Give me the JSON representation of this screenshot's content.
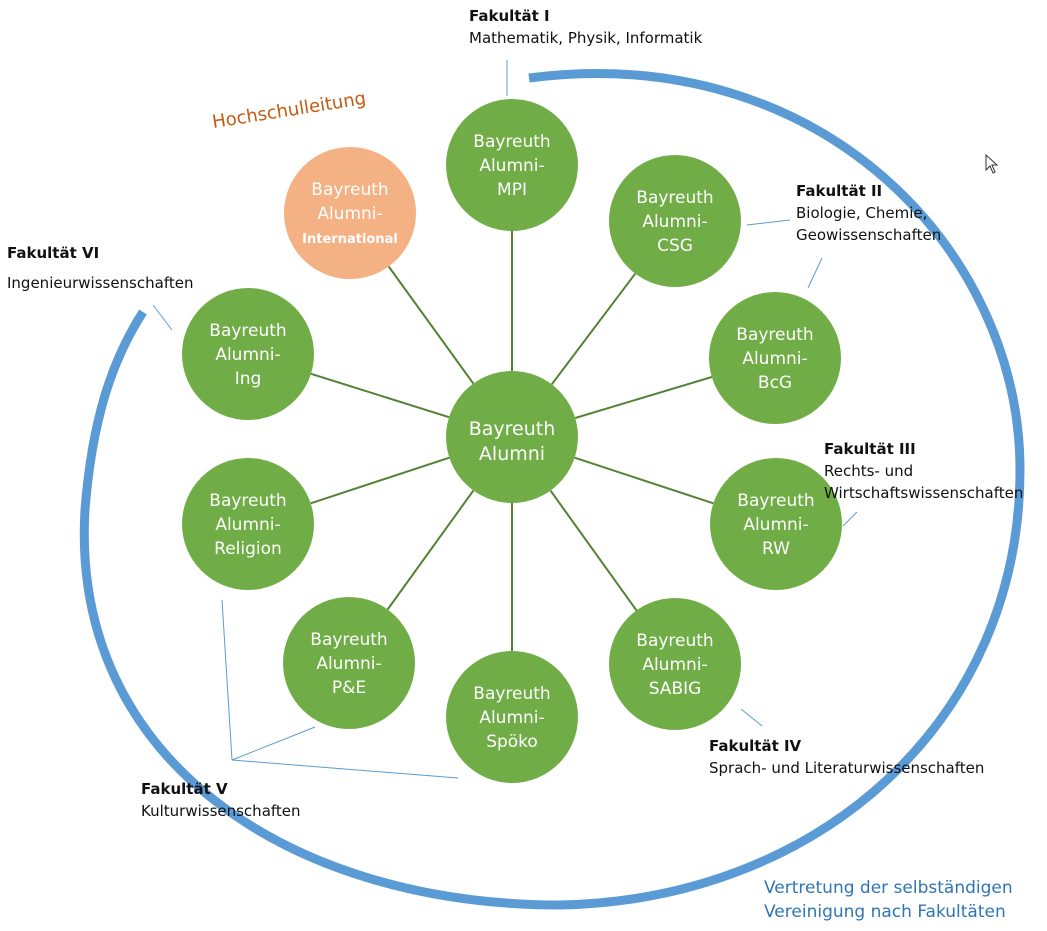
{
  "center": {
    "line1": "Bayreuth",
    "line2": "Alumni"
  },
  "hochschulleitung": "Hochschulleitung",
  "nodes": [
    {
      "id": "international",
      "line1": "Bayreuth",
      "line2": "Alumni-",
      "line3": "International",
      "color": "#f4b183"
    },
    {
      "id": "mpi",
      "line1": "Bayreuth",
      "line2": "Alumni-",
      "line3": "MPI",
      "color": "#70ad47"
    },
    {
      "id": "csg",
      "line1": "Bayreuth",
      "line2": "Alumni-",
      "line3": "CSG",
      "color": "#70ad47"
    },
    {
      "id": "bcg",
      "line1": "Bayreuth",
      "line2": "Alumni-",
      "line3": "BcG",
      "color": "#70ad47"
    },
    {
      "id": "rw",
      "line1": "Bayreuth",
      "line2": "Alumni-",
      "line3": "RW",
      "color": "#70ad47"
    },
    {
      "id": "sabig",
      "line1": "Bayreuth",
      "line2": "Alumni-",
      "line3": "SABIG",
      "color": "#70ad47"
    },
    {
      "id": "spoeko",
      "line1": "Bayreuth",
      "line2": "Alumni-",
      "line3": "Spöko",
      "color": "#70ad47"
    },
    {
      "id": "pe",
      "line1": "Bayreuth",
      "line2": "Alumni-",
      "line3": "P&E",
      "color": "#70ad47"
    },
    {
      "id": "religion",
      "line1": "Bayreuth",
      "line2": "Alumni-",
      "line3": "Religion",
      "color": "#70ad47"
    },
    {
      "id": "ing",
      "line1": "Bayreuth",
      "line2": "Alumni-",
      "line3": "Ing",
      "color": "#70ad47"
    }
  ],
  "faculties": {
    "f1": {
      "title": "Fakultät I",
      "sub": "Mathematik, Physik, Informatik"
    },
    "f2": {
      "title": "Fakultät II",
      "sub1": "Biologie, Chemie,",
      "sub2": "Geowissenschaften"
    },
    "f3": {
      "title": "Fakultät III",
      "sub1": "Rechts- und",
      "sub2": "Wirtschaftswissenschaften"
    },
    "f4": {
      "title": "Fakultät IV",
      "sub": "Sprach- und Literaturwissenschaften"
    },
    "f5": {
      "title": "Fakultät V",
      "sub": "Kulturwissenschaften"
    },
    "f6": {
      "title": "Fakultät VI",
      "sub": "Ingenieurwissenschaften"
    }
  },
  "footer": {
    "line1": "Vertretung der selbständigen",
    "line2": "Vereinigung nach Fakultäten"
  },
  "colors": {
    "green": "#70ad47",
    "orange": "#f4b183",
    "ring": "#5b9bd5",
    "spoke": "#548235",
    "accent_text": "#c55a11",
    "footer_text": "#2e75b6"
  }
}
